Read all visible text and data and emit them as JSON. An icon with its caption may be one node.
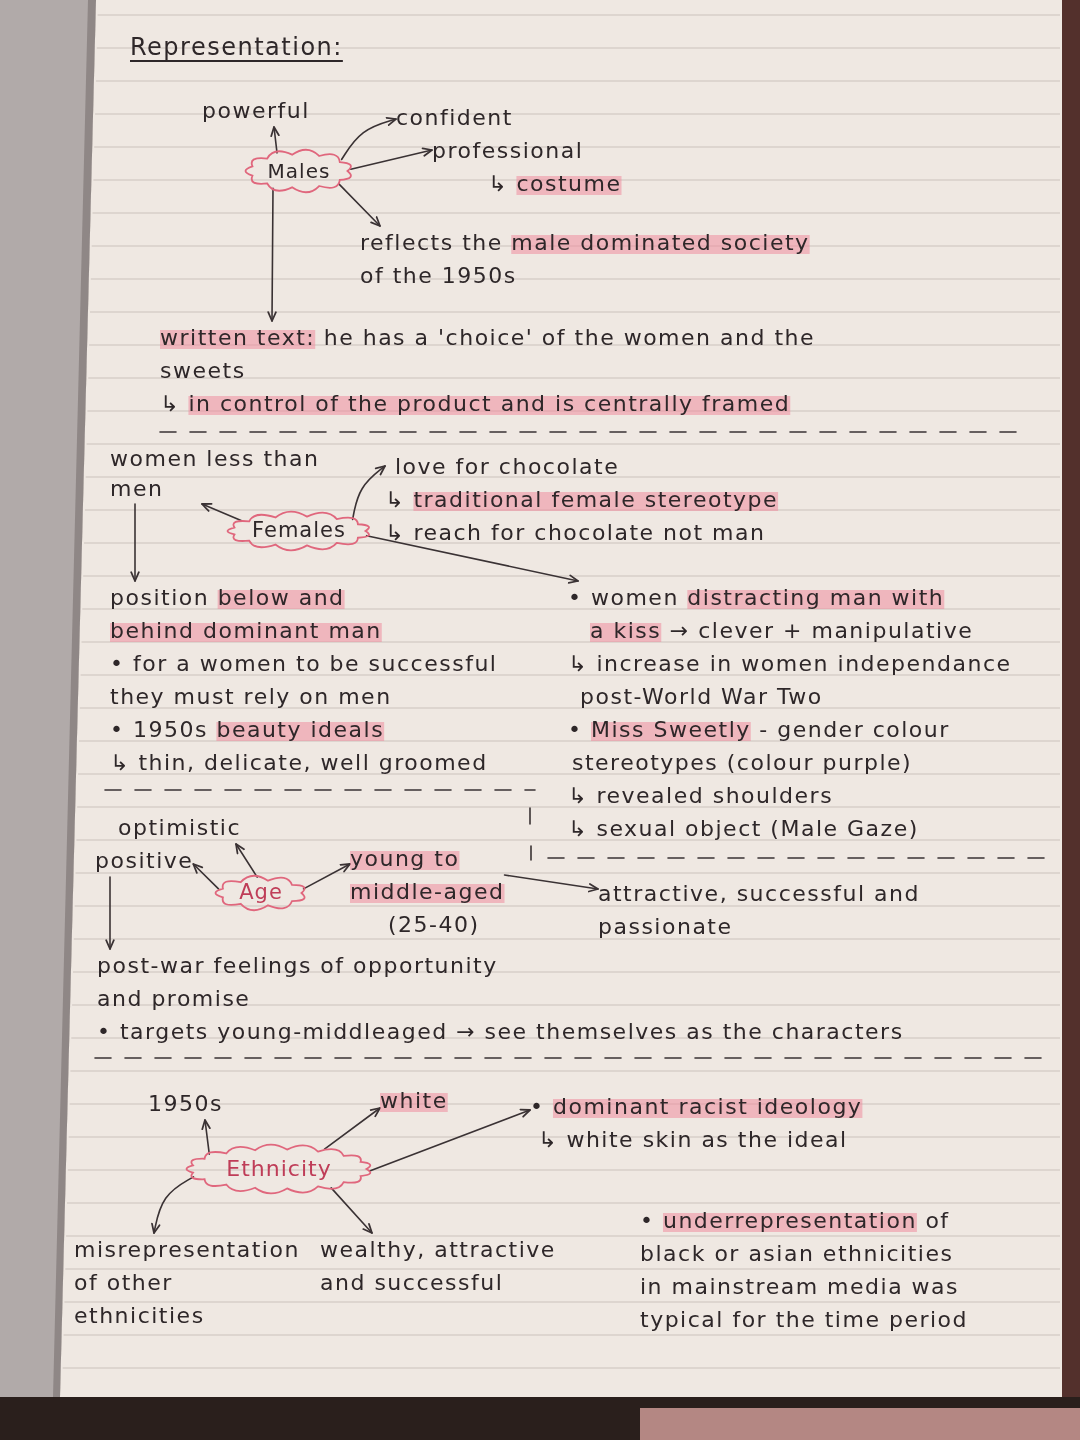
{
  "diagram": {
    "title": "Representation:",
    "nodes": [
      {
        "text": [
          "Males"
        ]
      },
      {
        "text": [
          "powerful"
        ]
      },
      {
        "text": [
          "confident"
        ]
      },
      {
        "text": [
          "professional",
          "↳ costume"
        ]
      },
      {
        "text": [
          "reflects the male dominated society of the 1950s"
        ]
      },
      {
        "text": [
          "written text: he has a 'choice' of the women and the sweets",
          "↳ in control of the product and is centrally framed"
        ]
      },
      {
        "text": [
          "Females"
        ]
      },
      {
        "text": [
          "women less than men"
        ]
      },
      {
        "text": [
          "love for chocolate",
          "↳ traditional female stereotype",
          "↳ reach for chocolate not man"
        ]
      },
      {
        "text": [
          "position below and behind dominant man",
          "• for a women to be successful they must rely on men",
          "• 1950s beauty ideals",
          "↳ thin, delicate, well groomed"
        ]
      },
      {
        "text": [
          "• women distracting man with a kiss → clever + manipulative",
          "↳ increase in women independance post-World War Two",
          "• Miss Sweetly - gender colour stereotypes (colour purple)",
          "↳ revealed shoulders",
          "↳ sexual object (Male Gaze)"
        ]
      },
      {
        "text": [
          "Age"
        ]
      },
      {
        "text": [
          "optimistic"
        ]
      },
      {
        "text": [
          "positive"
        ]
      },
      {
        "text": [
          "young to middle-aged (25-40)"
        ]
      },
      {
        "text": [
          "attractive, successful and passionate"
        ]
      },
      {
        "text": [
          "post-war feelings of opportunity and promise",
          "• targets young-middleaged → see themselves as the characters"
        ]
      },
      {
        "text": [
          "Ethnicity"
        ]
      },
      {
        "text": [
          "1950s"
        ]
      },
      {
        "text": [
          "white"
        ]
      },
      {
        "text": [
          "• dominant racist ideology",
          "↳ white skin as the ideal"
        ]
      },
      {
        "text": [
          "misrepresentation of other ethnicities"
        ]
      },
      {
        "text": [
          "wealthy, attractive and successful"
        ]
      }
    ],
    "edges": [
      {
        "from": 0,
        "to": 1,
        "arrow": "to"
      },
      {
        "from": 0,
        "to": 2,
        "arrow": "to"
      },
      {
        "from": 0,
        "to": 3,
        "arrow": "to"
      },
      {
        "from": 0,
        "to": 4,
        "arrow": "to"
      },
      {
        "from": 0,
        "to": 5,
        "arrow": "to"
      },
      {
        "from": 6,
        "to": 7,
        "arrow": "to"
      },
      {
        "from": 6,
        "to": 8,
        "arrow": "to"
      },
      {
        "from": 7,
        "to": 9,
        "arrow": "to"
      },
      {
        "from": 6,
        "to": 10,
        "arrow": "to"
      },
      {
        "from": 11,
        "to": 12,
        "arrow": "to"
      },
      {
        "from": 11,
        "to": 13,
        "arrow": "to"
      },
      {
        "from": 11,
        "to": 14,
        "arrow": "to"
      },
      {
        "from": 14,
        "to": 15,
        "arrow": "to"
      },
      {
        "from": 13,
        "to": 16,
        "arrow": "to"
      },
      {
        "from": 17,
        "to": 18,
        "arrow": "to"
      },
      {
        "from": 17,
        "to": 19,
        "arrow": "to"
      },
      {
        "from": 17,
        "to": 20,
        "arrow": "to"
      },
      {
        "from": 17,
        "to": 21,
        "arrow": "to"
      },
      {
        "from": 17,
        "to": 22,
        "arrow": "to"
      }
    ],
    "labels": [
      "• underrepresentation of black or asian ethnicities in mainstream media was typical for the time period"
    ]
  }
}
